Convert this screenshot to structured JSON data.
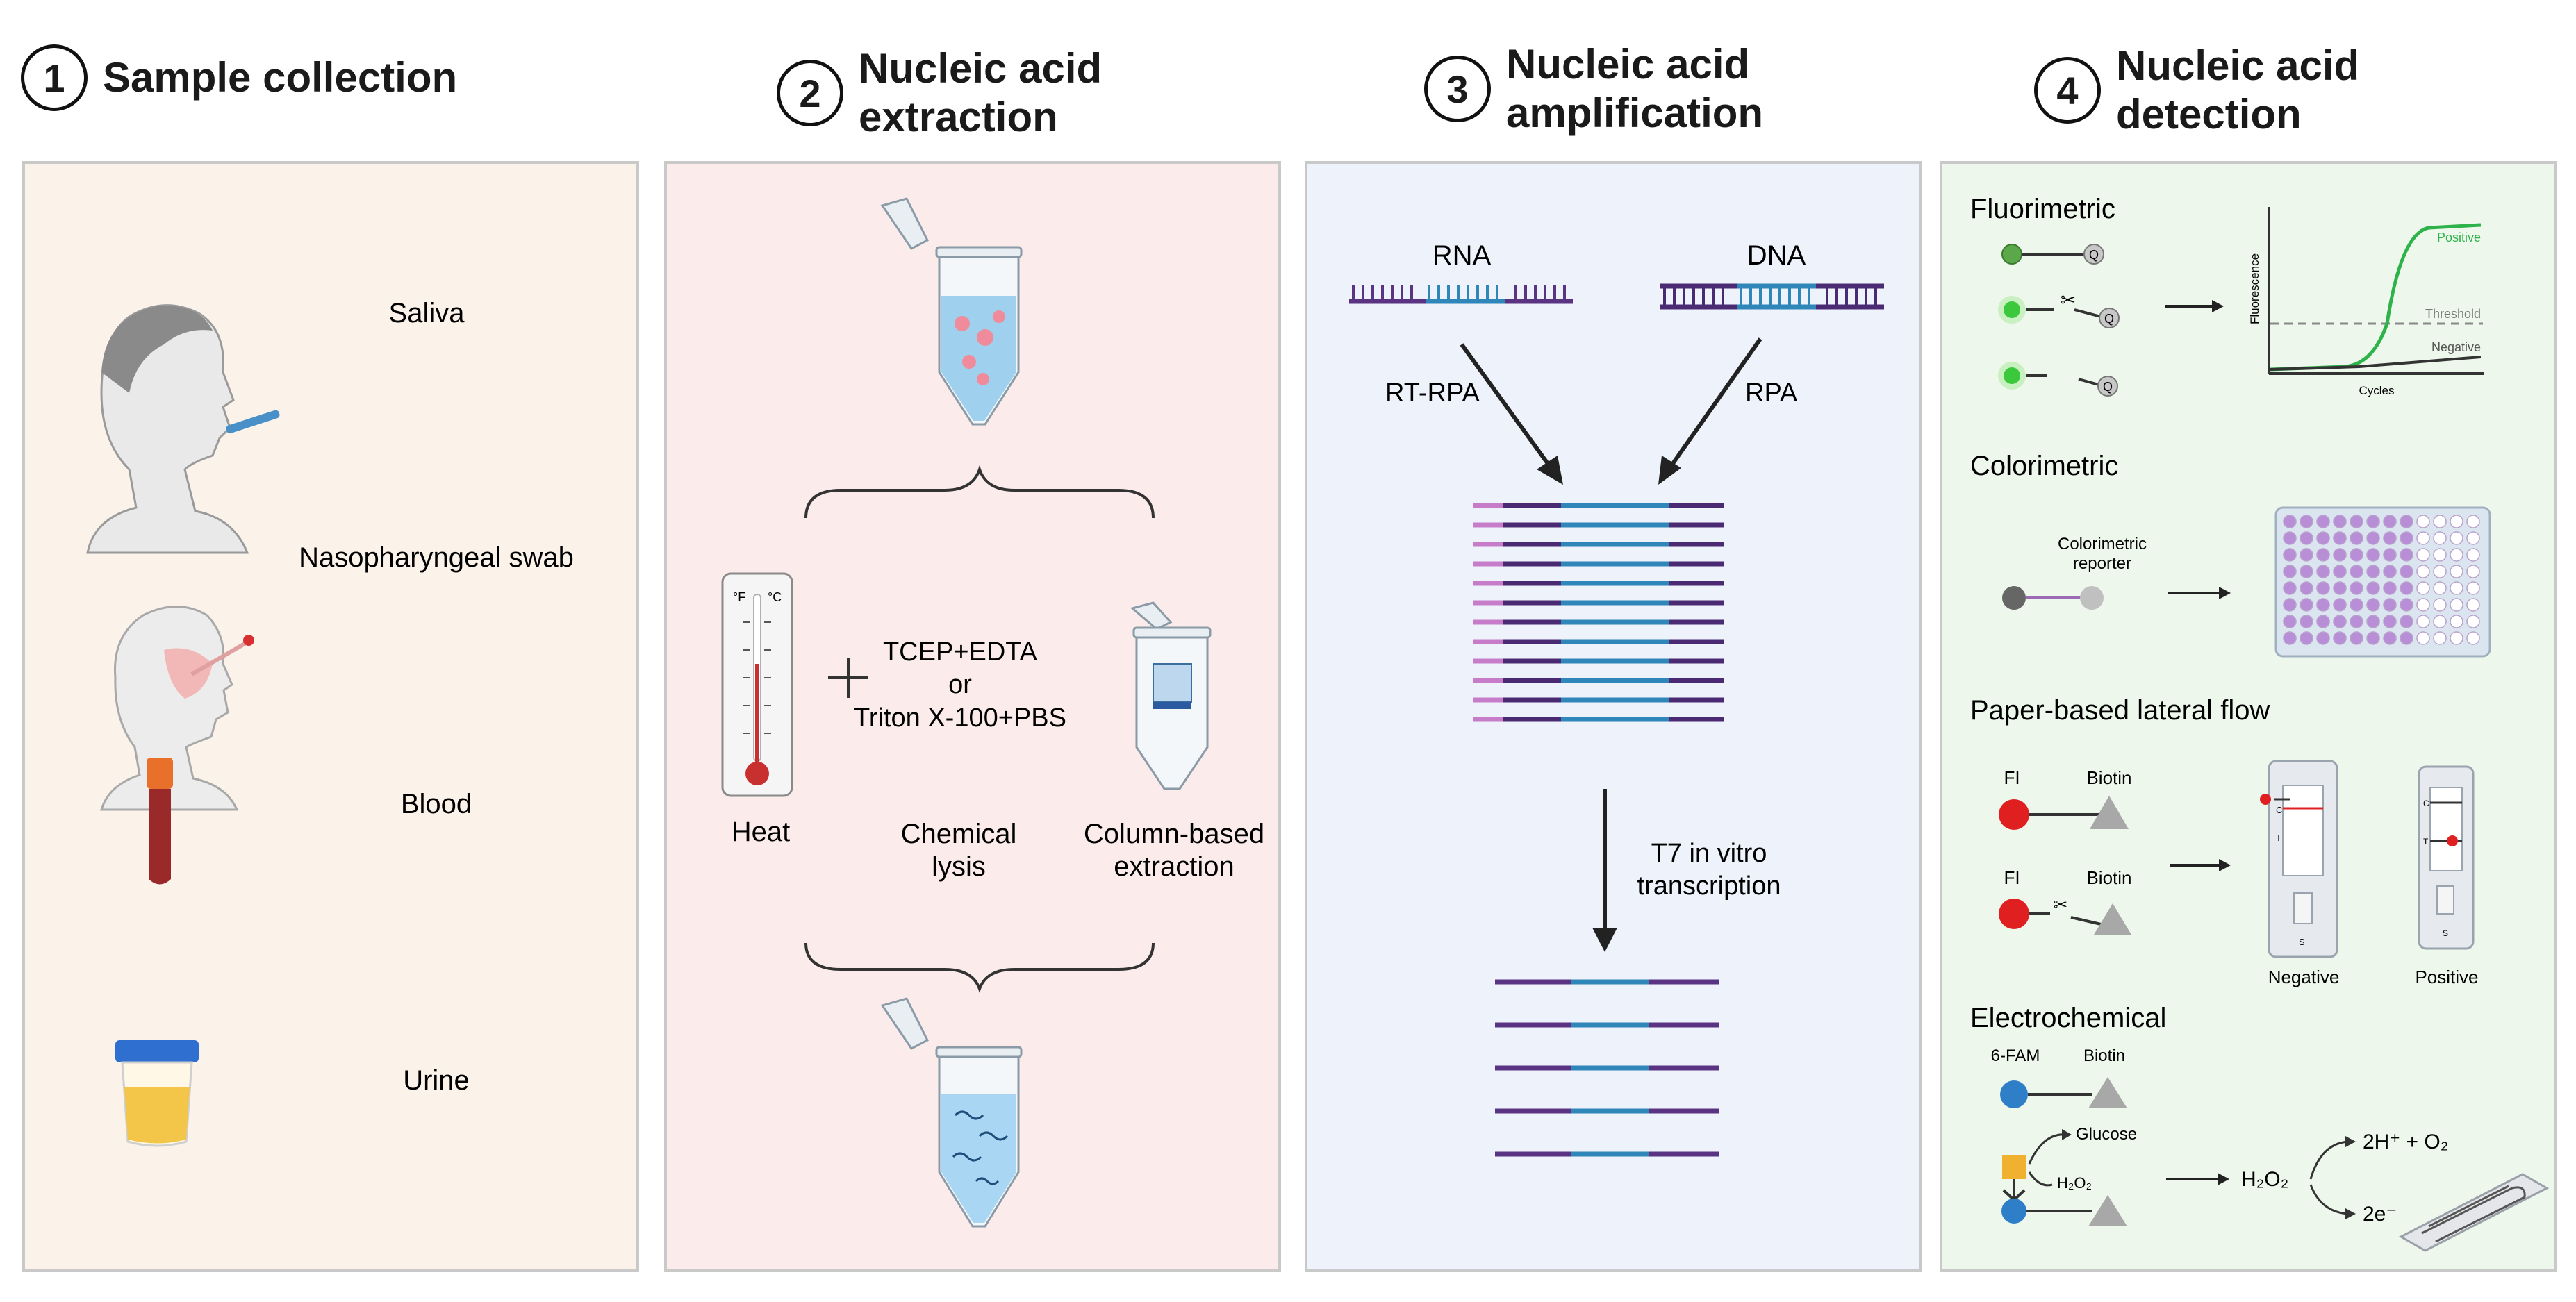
{
  "steps": [
    {
      "number": "1",
      "title": "Sample collection"
    },
    {
      "number": "2",
      "title": "Nucleic acid extraction",
      "title_line1": "Nucleic acid",
      "title_line2": "extraction"
    },
    {
      "number": "3",
      "title": "Nucleic acid amplification",
      "title_line1": "Nucleic acid",
      "title_line2": "amplification"
    },
    {
      "number": "4",
      "title": "Nucleic acid detection",
      "title_line1": "Nucleic acid",
      "title_line2": "detection"
    }
  ],
  "panel_colors": {
    "collection": "#fbf3ea",
    "extraction": "#fbeceb",
    "amplification": "#eef3fb",
    "detection": "#eef7ec"
  },
  "collection": {
    "samples": [
      {
        "label": "Saliva",
        "icon": "saliva-person-icon"
      },
      {
        "label": "Nasopharyngeal swab",
        "icon": "swab-person-icon"
      },
      {
        "label": "Blood",
        "icon": "blood-tube-icon"
      },
      {
        "label": "Urine",
        "icon": "urine-cup-icon"
      }
    ]
  },
  "extraction": {
    "methods": [
      "Heat",
      "Chemical lysis",
      "Column-based extraction"
    ],
    "method_lines": {
      "chemical_1": "Chemical",
      "chemical_2": "lysis",
      "column_1": "Column-based",
      "column_2": "extraction"
    },
    "reagent_lines": [
      "TCEP+EDTA",
      "or",
      "Triton X-100+PBS"
    ],
    "thermometer_units": [
      "°F",
      "°C"
    ]
  },
  "amplification": {
    "templates": [
      "RNA",
      "DNA"
    ],
    "methods": [
      "RT-RPA",
      "RPA"
    ],
    "transcription_lines": [
      "T7 in vitro",
      "transcription"
    ],
    "colors": {
      "rna": "#6a3d8f",
      "dna_dark": "#4a2a73",
      "dna_blue": "#2f86b8",
      "pink": "#c77cc9"
    }
  },
  "detection": {
    "fluorimetric": {
      "title": "Fluorimetric",
      "quencher": "Q",
      "chart_labels": {
        "y": "Fluorescence",
        "x": "Cycles",
        "positive": "Positive",
        "threshold": "Threshold",
        "negative": "Negative"
      },
      "positive_color": "#2db34a"
    },
    "colorimetric": {
      "title": "Colorimetric",
      "reporter_lines": [
        "Colorimetric",
        "reporter"
      ],
      "well_color": "#b88fd6"
    },
    "lateral_flow": {
      "title": "Paper-based lateral flow",
      "probe_left": "FI",
      "probe_right": "Biotin",
      "strip_marks": [
        "C",
        "T",
        "S"
      ],
      "results": [
        "Negative",
        "Positive"
      ],
      "dot_color": "#e02020"
    },
    "electrochemical": {
      "title": "Electrochemical",
      "probe_left": "6-FAM",
      "probe_right": "Biotin",
      "glucose": "Glucose",
      "h2o2": "H₂O₂",
      "products": "2H⁺ + O₂",
      "electrons": "2e⁻"
    }
  }
}
